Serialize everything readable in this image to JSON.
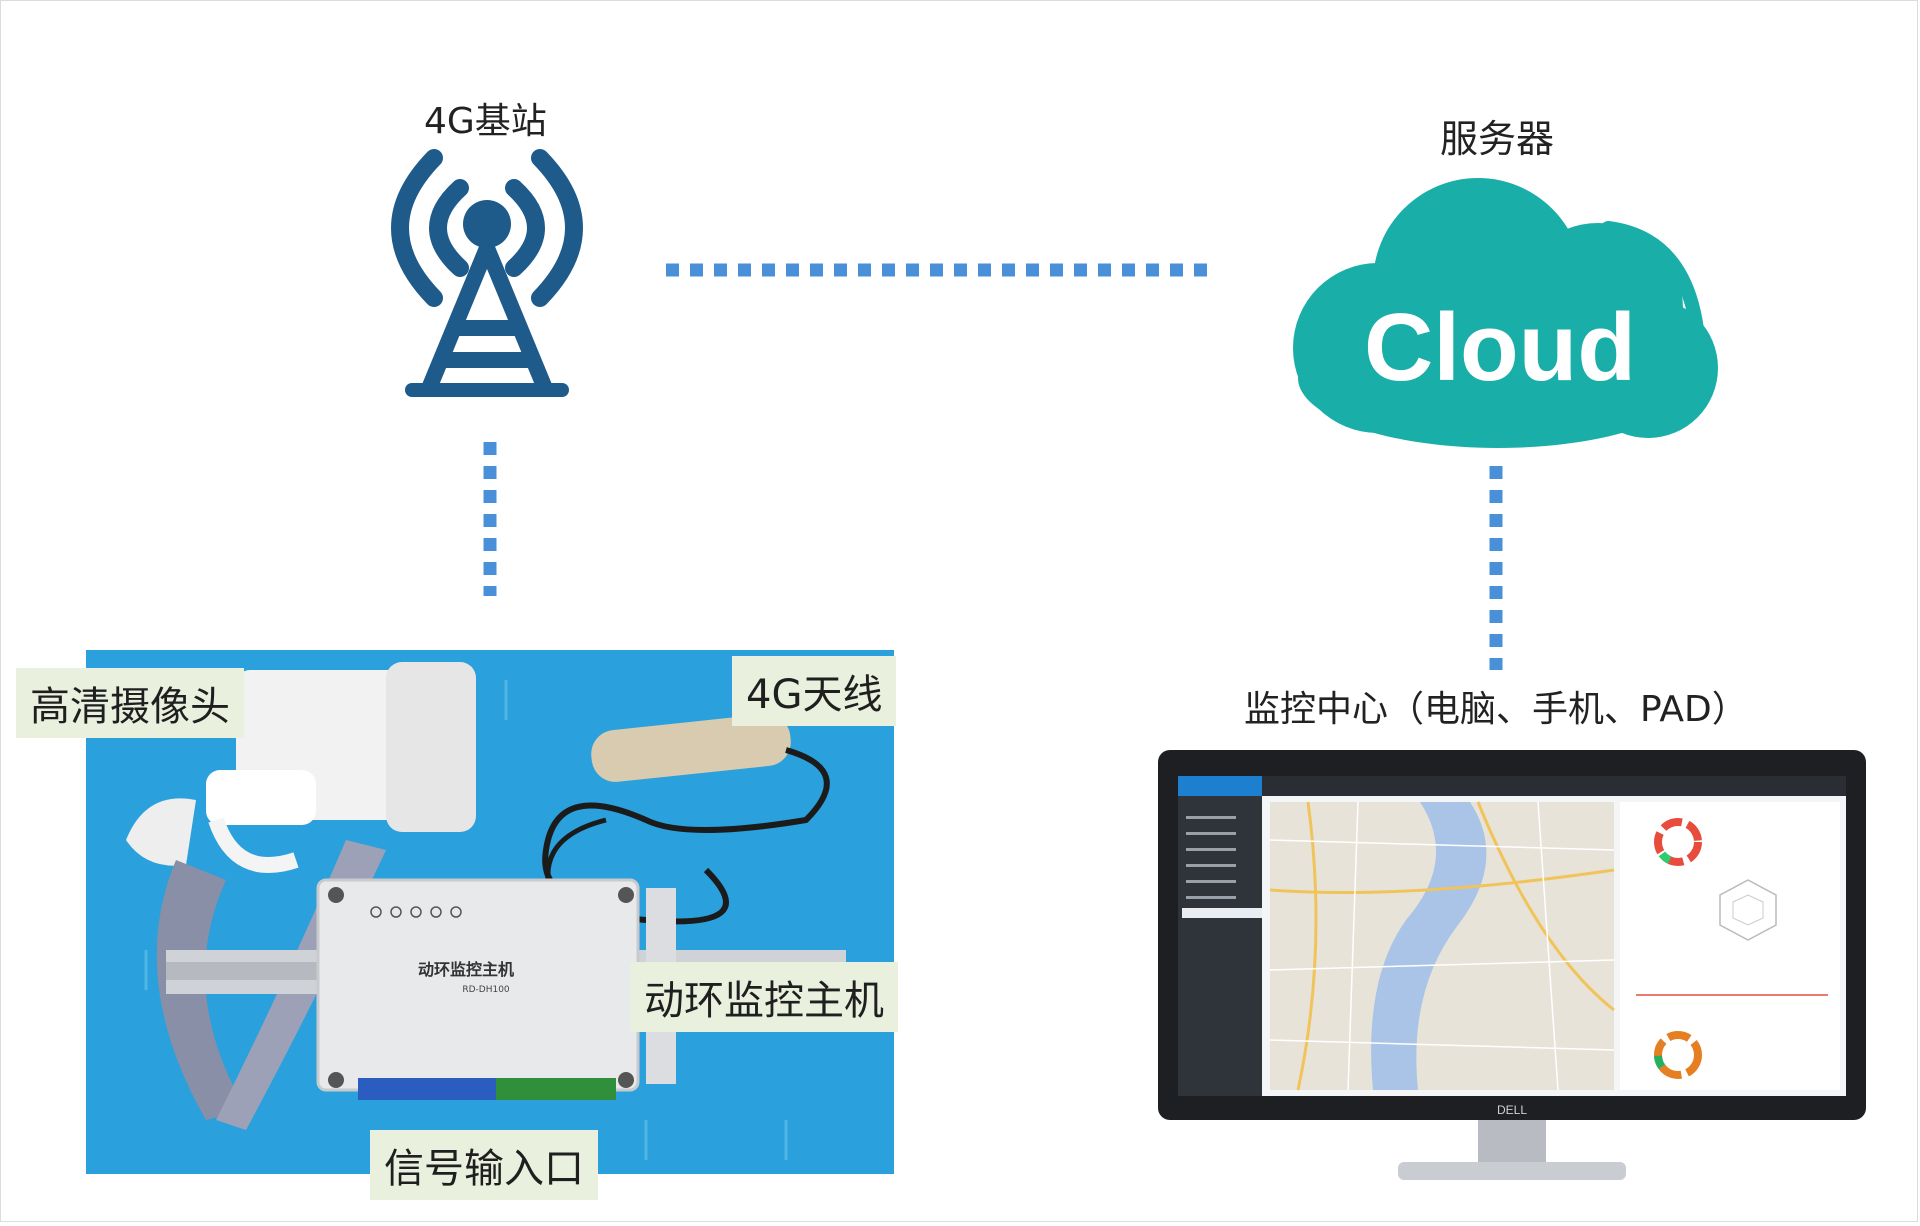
{
  "tower": {
    "label": "4G基站",
    "icon": "cell-tower-icon"
  },
  "server": {
    "label": "服务器",
    "cloud_text": "Cloud",
    "icon": "cloud-icon"
  },
  "monitor_center": {
    "label": "监控中心（电脑、手机、PAD）"
  },
  "hardware": {
    "camera": "高清摄像头",
    "antenna": "4G天线",
    "host": "动环监控主机",
    "input": "信号输入口",
    "device_name": "动环监控主机",
    "device_model": "RD-DH100"
  },
  "monitor_brand": "DELL",
  "colors": {
    "tower": "#1e5a8a",
    "cloud": "#1aaea8",
    "dots": "#4a90d9",
    "photo_bg": "#2aa0dc"
  }
}
